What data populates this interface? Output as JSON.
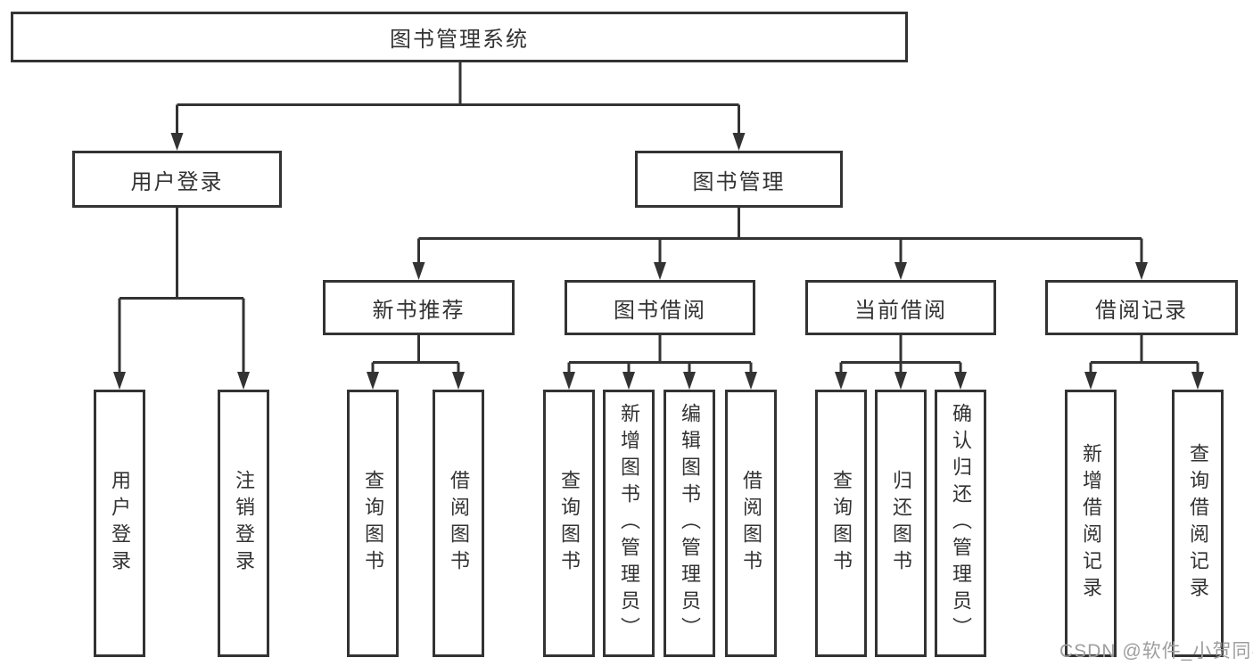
{
  "tree": {
    "label": "图书管理系统",
    "children": [
      {
        "label": "用户登录",
        "children": [
          {
            "label": "用户登录"
          },
          {
            "label": "注销登录"
          }
        ]
      },
      {
        "label": "图书管理",
        "children": [
          {
            "label": "新书推荐",
            "children": [
              {
                "label": "查询图书"
              },
              {
                "label": "借阅图书"
              }
            ]
          },
          {
            "label": "图书借阅",
            "children": [
              {
                "label": "查询图书"
              },
              {
                "label": "新增图书（管理员）"
              },
              {
                "label": "编辑图书（管理员）"
              },
              {
                "label": "借阅图书"
              }
            ]
          },
          {
            "label": "当前借阅",
            "children": [
              {
                "label": "查询图书"
              },
              {
                "label": "归还图书"
              },
              {
                "label": "确认归还（管理员）"
              }
            ]
          },
          {
            "label": "借阅记录",
            "children": [
              {
                "label": "新增借阅记录"
              },
              {
                "label": "查询借阅记录"
              }
            ]
          }
        ]
      }
    ]
  },
  "watermark": {
    "text": "CSDN @软件_小贺同学",
    "color": "#9e9e9e"
  },
  "colors": {
    "line": "#333333",
    "box_border": "#333333",
    "text": "#333333",
    "background": "#ffffff"
  }
}
